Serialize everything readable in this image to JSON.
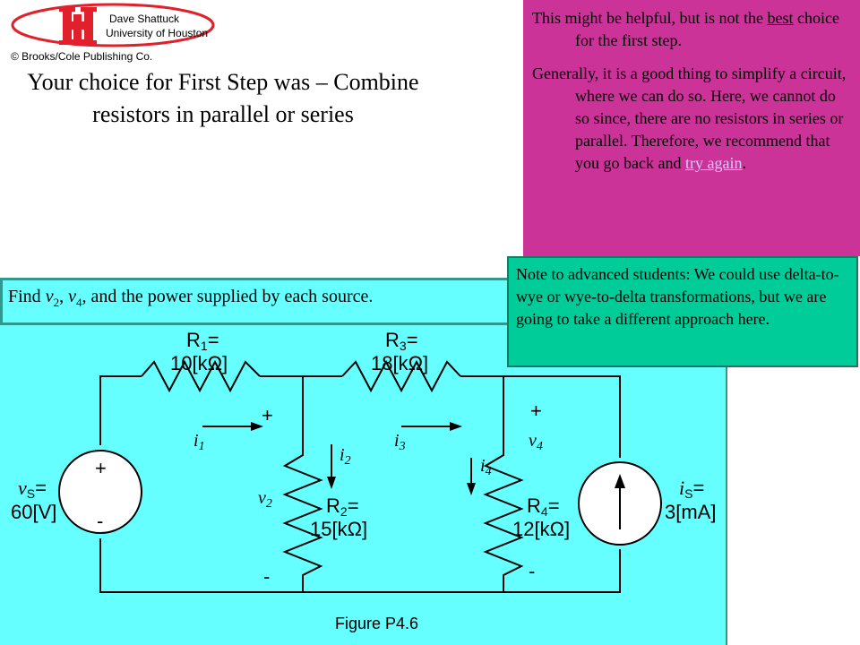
{
  "logo": {
    "name": "Dave Shattuck",
    "university": "University of Houston",
    "publisher": "© Brooks/Cole Publishing Co."
  },
  "title": "Your choice for First Step was – Combine resistors in parallel or series",
  "feedback": {
    "p1_pre": "This might be helpful, but is not the ",
    "p1_underline": "best",
    "p1_post": " choice for the first step.",
    "p2_pre": "Generally, it is a good thing to simplify a circuit, where we can do so.  Here, we cannot do so since, there are no resistors in series or parallel.  Therefore, we recommend that you go back and ",
    "p2_link": "try again",
    "p2_post": "."
  },
  "problem": {
    "pre": "Find ",
    "v2_var": "v",
    "v2_sub": "2",
    "mid": ", ",
    "v4_var": "v",
    "v4_sub": "4",
    "post": ", and the power supplied by each source."
  },
  "note": " Note to advanced students:  We could use delta-to-wye or wye-to-delta transformations, but we are going to take a different approach here.",
  "circuit": {
    "r1_name": "R",
    "r1_sub": "1",
    "r1_eq": "=",
    "r1_val": "10[kΩ]",
    "r3_name": "R",
    "r3_sub": "3",
    "r3_eq": "=",
    "r3_val": "18[kΩ]",
    "r2_name": "R",
    "r2_sub": "2",
    "r2_eq": "=",
    "r2_val": "15[kΩ]",
    "r4_name": "R",
    "r4_sub": "4",
    "r4_eq": "=",
    "r4_val": "12[kΩ]",
    "vs_name": "v",
    "vs_sub": "S",
    "vs_eq": "=",
    "vs_val": "60[V]",
    "is_name": "i",
    "is_sub": "S",
    "is_eq": "=",
    "is_val": "3[mA]",
    "i1_name": "i",
    "i1_sub": "1",
    "i2_name": "i",
    "i2_sub": "2",
    "i3_name": "i",
    "i3_sub": "3",
    "i4_name": "i",
    "i4_sub": "4",
    "v2_name": "v",
    "v2_sub": "2",
    "v4_name": "v",
    "v4_sub": "4",
    "plus": "+",
    "minus": "-"
  },
  "figure_caption": "Figure P4.6",
  "colors": {
    "feedback_bg": "#cc3399",
    "circuit_bg": "#66ffff",
    "note_bg": "#00cc99",
    "logo_red": "#e0202a"
  }
}
